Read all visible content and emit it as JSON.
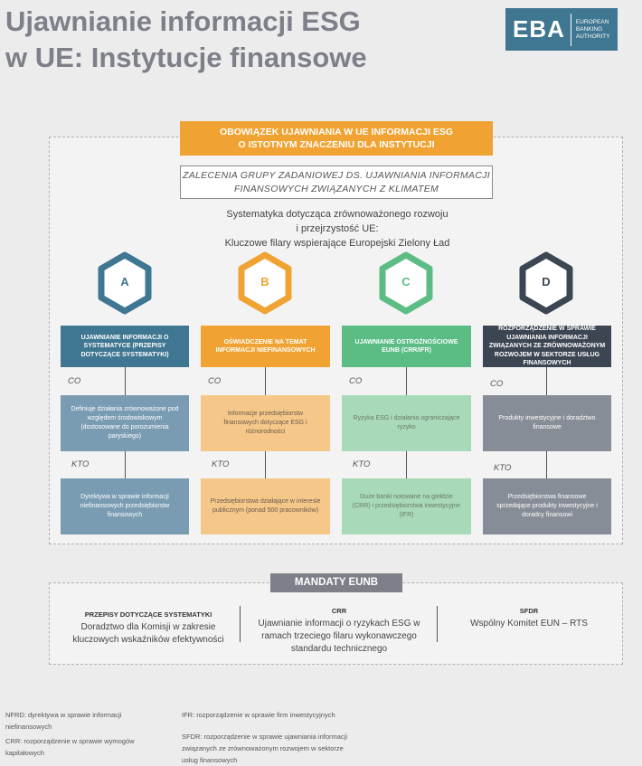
{
  "title": {
    "line1": "Ujawnianie informacji ESG",
    "line2": "w UE:  Instytucje finansowe"
  },
  "logo": {
    "abbr": "EBA",
    "line1": "EUROPEAN",
    "line2": "BANKING",
    "line3": "AUTHORITY"
  },
  "banner": {
    "line1": "OBOWIĄZEK UJAWNIANIA W UE INFORMACJI ESG",
    "line2": "O ISTOTNYM ZNACZENIU DLA INSTYTUCJI"
  },
  "recommendation": {
    "line1": "ZALECENIA GRUPY ZADANIOWEJ DS. UJAWNIANIA INFORMACJI",
    "line2": "FINANSOWYCH ZWIĄZANYCH Z KLIMATEM"
  },
  "systematics": {
    "line1": "Systematyka dotycząca zrównoważonego rozwoju",
    "line2": "i przejrzystość UE:",
    "line3": "Kluczowe filary wspierające Europejski Zielony Ład"
  },
  "labels": {
    "what": "CO",
    "who": "KTO"
  },
  "pillars": [
    {
      "letter": "A",
      "color": "#3f7691",
      "light": "#7a9cb3",
      "text_color": "#ffffff",
      "header": "UJAWNIANIE INFORMACJI O SYSTEMATYCE (PRZEPISY DOTYCZĄCE SYSTEMATYKI)",
      "what": "Definiuje działania zrównoważone pod względem środowiskowym (dostosowane do porozumienia paryskiego)",
      "who": "Dyrektywa w sprawie informacji niefinansowych przedsiębiorstw finansowych"
    },
    {
      "letter": "B",
      "color": "#f0a332",
      "light": "#f5c88a",
      "text_color": "#6a5a4a",
      "header": "OŚWIADCZENIE NA TEMAT INFORMACJI NIEFINANSOWYCH",
      "what": "Informacje przedsiębiorstw finansowych dotyczące ESG i różnorodności",
      "who": "Przedsiębiorstwa działające w interesie publicznym (ponad 500 pracowników)"
    },
    {
      "letter": "C",
      "color": "#5bbd84",
      "light": "#a8d9b8",
      "text_color": "#6a7a6a",
      "header": "UJAWNIANIE OSTROŻNOŚCIOWE EUNB (CRR/IFR)",
      "what": "Ryzyka ESG i działania ograniczające ryzyko",
      "who": "Duże banki notowane na giełdzie (CRR) i przedsiębiorstwa inwestycyjne (IFR)"
    },
    {
      "letter": "D",
      "color": "#3c4652",
      "light": "#878d96",
      "text_color": "#ffffff",
      "header": "ROZPORZĄDZENIE W SPRAWIE UJAWNIANIA INFORMACJI ZWIĄZANYCH ZE ZRÓWNOWAŻONYM ROZWOJEM W SEKTORZE USŁUG FINANSOWYCH",
      "what": "Produkty inwestycyjne i doradztwo finansowe",
      "who": "Przedsiębiorstwa finansowe sprzedające produkty inwestycyjne i doradcy finansowi"
    }
  ],
  "mandates": {
    "title": "MANDATY EUNB",
    "columns": [
      {
        "head": "PRZEPISY DOTYCZĄCE SYSTEMATYKI",
        "body": "Doradztwo dla Komisji w zakresie kluczowych wskaźników efektywności"
      },
      {
        "head": "CRR",
        "body": "Ujawnianie informacji o ryzykach ESG w ramach trzeciego filaru wykonawczego standardu technicznego"
      },
      {
        "head": "SFDR",
        "body": "Wspólny Komitet EUN – RTS"
      }
    ]
  },
  "footnotes": {
    "nfrd": "NFRD: dyrektywa w sprawie informacji niefinansowych",
    "crr": "CRR: rozporządzenie w sprawie wymogów kapitałowych",
    "ifr": "IFR: rozporządzenie w sprawie firm inwestycyjnych",
    "sfdr": "SFDR: rozporządzenie w sprawie ujawniania informacji związanych ze zrównoważonym rozwojem w sektorze usług finansowych"
  }
}
